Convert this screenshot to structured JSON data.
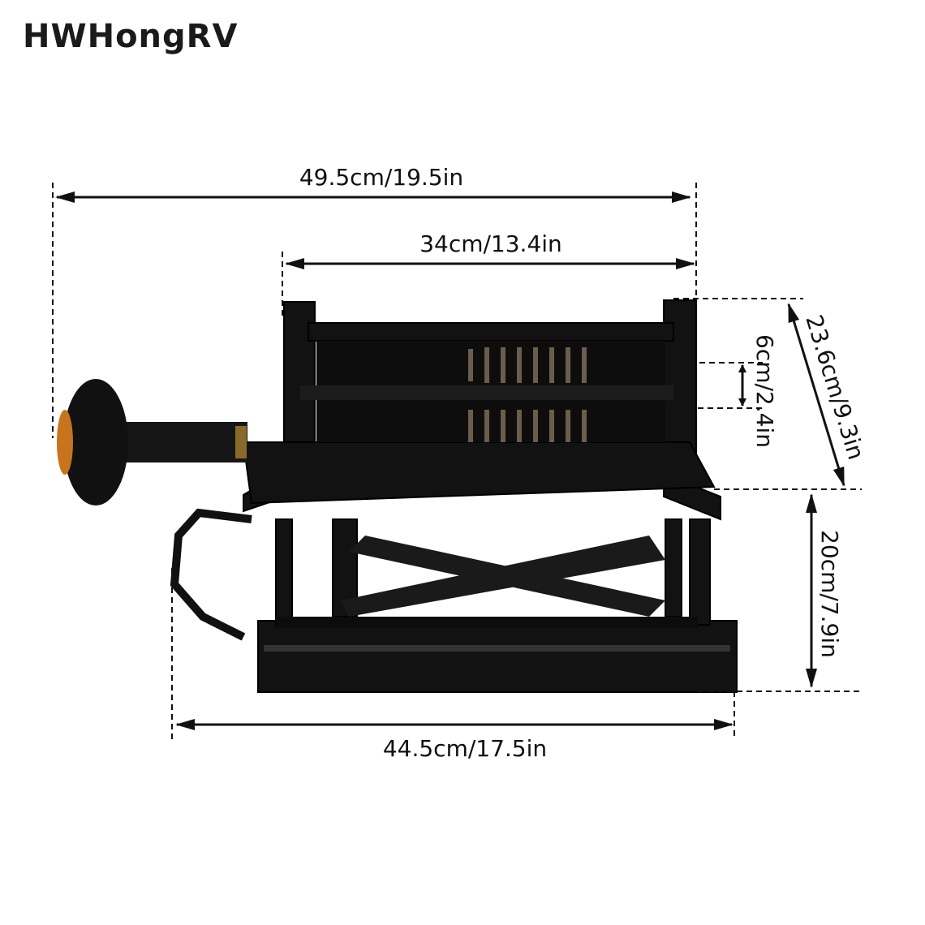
{
  "brand": {
    "logo_text": "HWHongRV"
  },
  "dimensions": {
    "overall_width": "49.5cm/19.5in",
    "top_frame_width": "34cm/13.4in",
    "depth": "23.6cm/9.3in",
    "hole_spacing": "6cm/2.4in",
    "height": "20cm/7.9in",
    "base_width": "44.5cm/17.5in"
  },
  "product": {
    "name_icon": "seat-suspension-base-photo",
    "knob_accent": "#c8741c"
  }
}
